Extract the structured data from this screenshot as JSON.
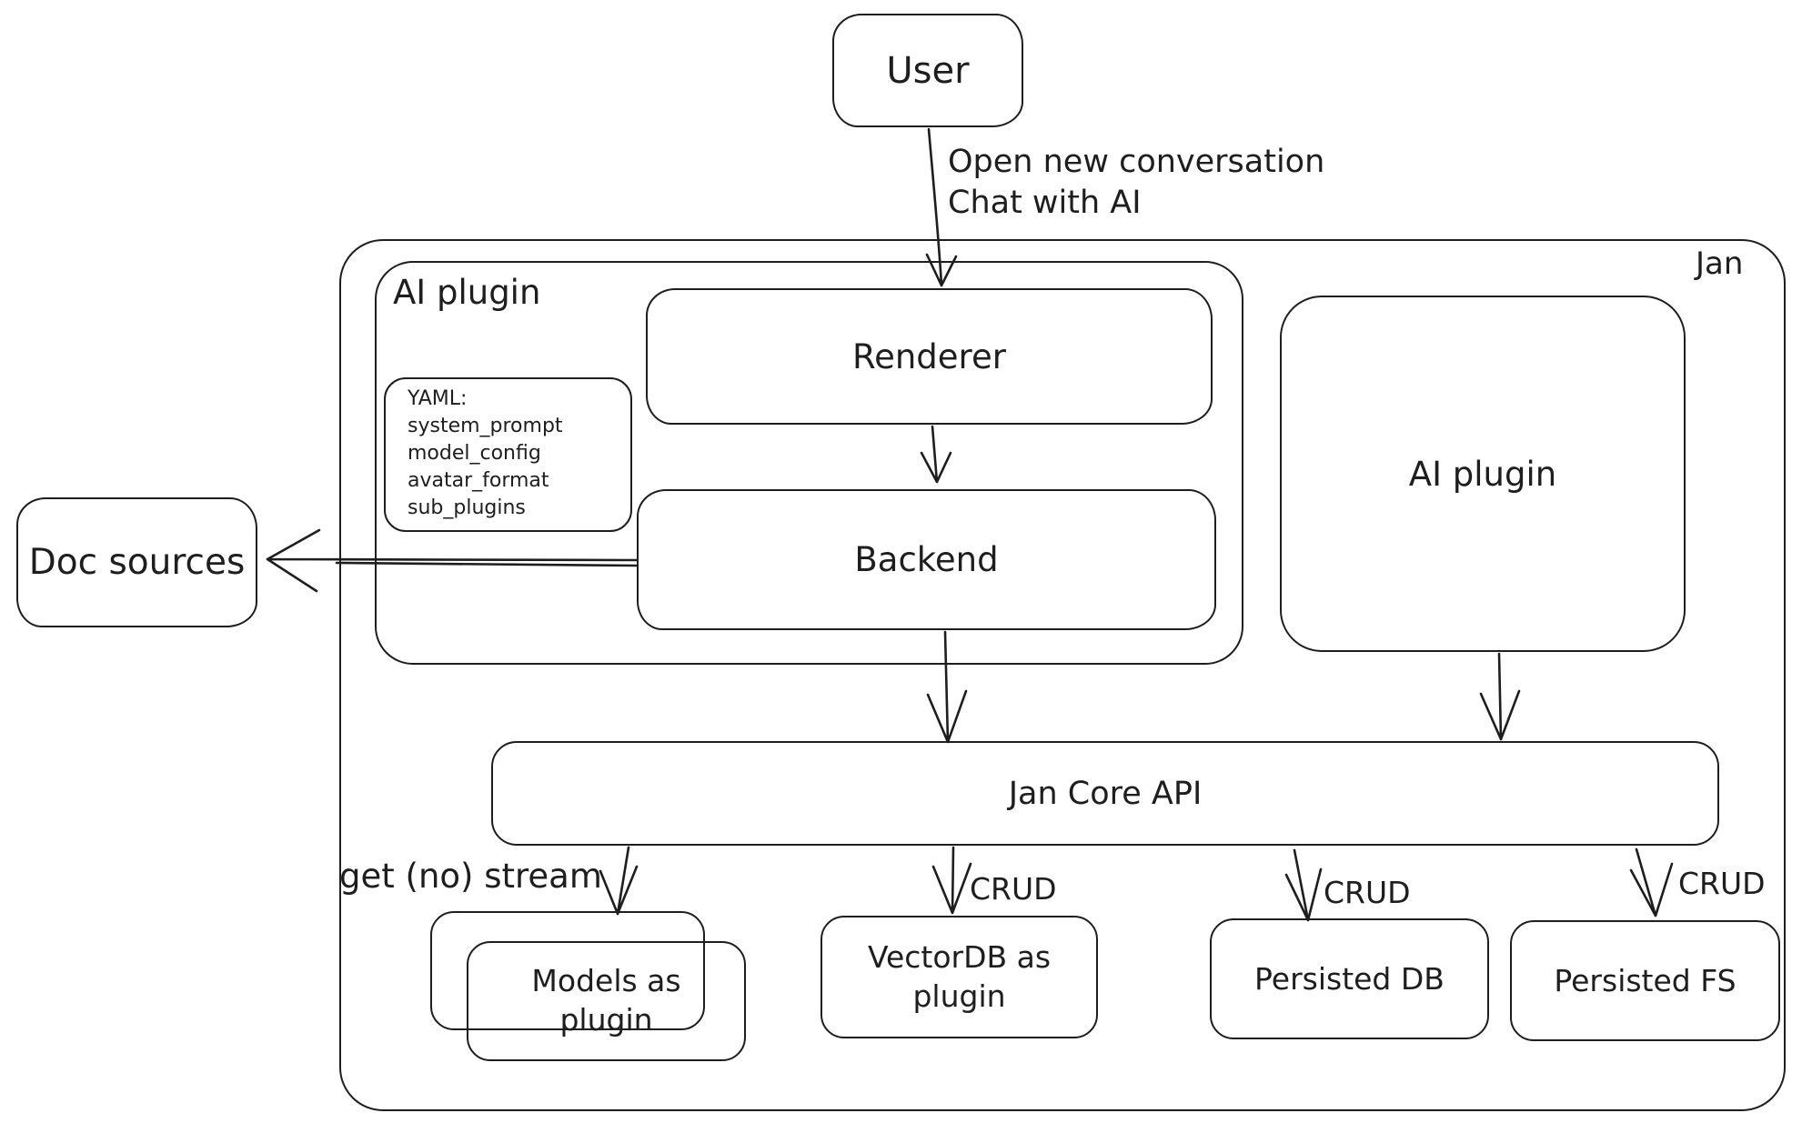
{
  "colors": {
    "stroke": "#1e1e1e",
    "background": "#ffffff"
  },
  "nodes": {
    "user": {
      "label": "User"
    },
    "jan_container": {
      "label": "Jan"
    },
    "ai_plugin_container": {
      "label": "AI plugin"
    },
    "renderer": {
      "label": "Renderer"
    },
    "backend": {
      "label": "Backend"
    },
    "yaml_note": {
      "title": "YAML:",
      "lines": [
        "system_prompt",
        "model_config",
        "avatar_format",
        "sub_plugins"
      ]
    },
    "doc_sources": {
      "label": "Doc sources"
    },
    "ai_plugin_right": {
      "label": "AI plugin"
    },
    "jan_core_api": {
      "label": "Jan Core API"
    },
    "models_as_plugin": {
      "line1": "Models as",
      "line2": "plugin"
    },
    "vectordb": {
      "line1": "VectorDB as",
      "line2": "plugin"
    },
    "persisted_db": {
      "label": "Persisted DB"
    },
    "persisted_fs": {
      "label": "Persisted FS"
    }
  },
  "edges": {
    "user_to_renderer": {
      "label_line1": "Open new conversation",
      "label_line2": "Chat with AI"
    },
    "api_to_models": {
      "label": "get (no) stream"
    },
    "api_to_vectordb": {
      "label": "CRUD"
    },
    "api_to_persisted_db": {
      "label": "CRUD"
    },
    "api_to_persisted_fs": {
      "label": "CRUD"
    }
  }
}
